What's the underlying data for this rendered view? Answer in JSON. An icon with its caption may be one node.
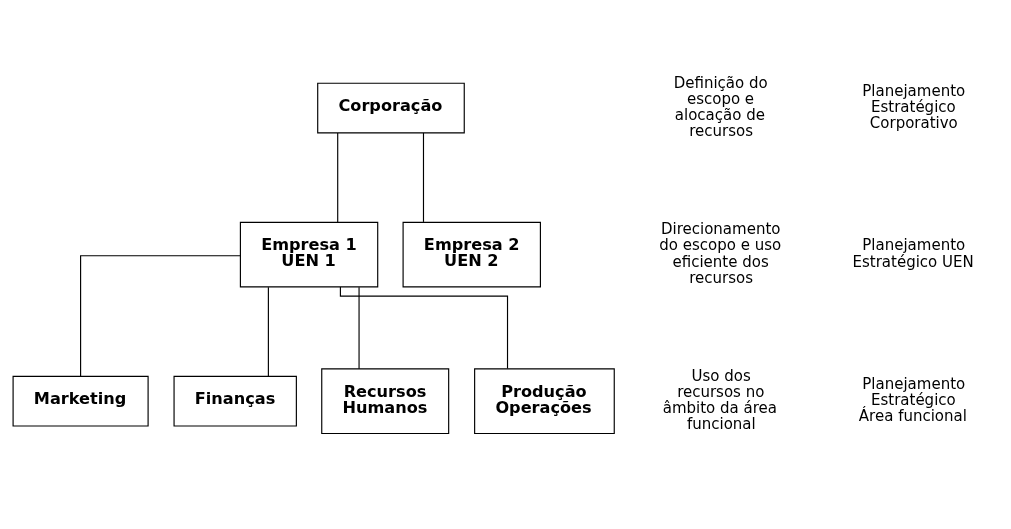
{
  "diagram": {
    "nodes": [
      {
        "text": [
          "Corporação"
        ]
      },
      {
        "text": [
          "Empresa 1 UEN 1"
        ]
      },
      {
        "text": [
          "Empresa 2 UEN 2"
        ]
      },
      {
        "text": [
          "Marketing"
        ]
      },
      {
        "text": [
          "Finanças"
        ]
      },
      {
        "text": [
          "Recursos Humanos"
        ]
      },
      {
        "text": [
          "Produção Operações"
        ]
      }
    ],
    "edges": [
      {
        "from": 0,
        "to": 1,
        "arrow": "none"
      },
      {
        "from": 0,
        "to": 2,
        "arrow": "none"
      },
      {
        "from": 1,
        "to": 3,
        "arrow": "none"
      },
      {
        "from": 1,
        "to": 4,
        "arrow": "none"
      },
      {
        "from": 1,
        "to": 5,
        "arrow": "none"
      },
      {
        "from": 1,
        "to": 6,
        "arrow": "none"
      }
    ],
    "labels": [
      "Planejamento Estratégico Corporativo",
      "Definição do escopo e alocação de recursos",
      "Planejamento Estratégico UEN",
      "Direcionamento do escopo e uso eficiente dos recursos",
      "Planejamento Estratégico Área funcional",
      "Uso dos recursos no âmbito da área funcional"
    ]
  }
}
